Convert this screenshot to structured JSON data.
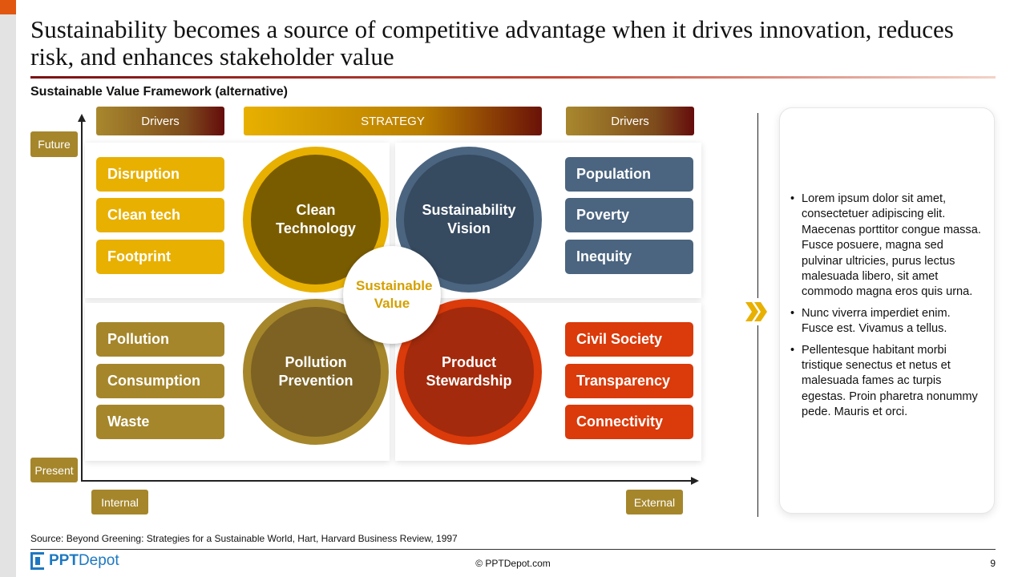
{
  "title": "Sustainability becomes a source of competitive advantage when it drives innovation, reduces risk, and enhances stakeholder value",
  "subtitle": "Sustainable Value Framework (alternative)",
  "headers": {
    "left": "Drivers",
    "middle": "STRATEGY",
    "right": "Drivers"
  },
  "axis": {
    "future": "Future",
    "present": "Present",
    "internal": "Internal",
    "external": "External"
  },
  "left_top_drivers": [
    "Disruption",
    "Clean tech",
    "Footprint"
  ],
  "left_bottom_drivers": [
    "Pollution",
    "Consumption",
    "Waste"
  ],
  "right_top_drivers": [
    "Population",
    "Poverty",
    "Inequity"
  ],
  "right_bottom_drivers": [
    "Civil Society",
    "Transparency",
    "Connectivity"
  ],
  "strategies": {
    "top_left": "Clean Technology",
    "top_right": "Sustainability Vision",
    "bottom_left": "Pollution Prevention",
    "bottom_right": "Product Stewardship"
  },
  "center": "Sustainable Value",
  "colors": {
    "gold": "#e8b000",
    "olive": "#a5862b",
    "slate": "#4b6580",
    "red": "#db3a0a",
    "dark_olive": "#7a5c00",
    "dark_slate": "#364a60",
    "dark_red": "#a32a0c"
  },
  "bullets": [
    "Lorem ipsum dolor sit amet, consectetuer adipiscing elit. Maecenas porttitor congue massa. Fusce posuere, magna sed pulvinar ultricies, purus lectus malesuada libero, sit amet commodo magna eros quis urna.",
    "Nunc viverra imperdiet enim. Fusce est. Vivamus a tellus.",
    "Pellentesque habitant morbi tristique senectus et netus et malesuada fames ac turpis egestas. Proin pharetra nonummy pede. Mauris et orci."
  ],
  "source": "Source: Beyond Greening: Strategies for a Sustainable World, Hart, Harvard Business Review, 1997",
  "footer": {
    "logo_prefix": "PPT",
    "logo_suffix": "Depot",
    "copyright": "© PPTDepot.com",
    "page": "9"
  }
}
